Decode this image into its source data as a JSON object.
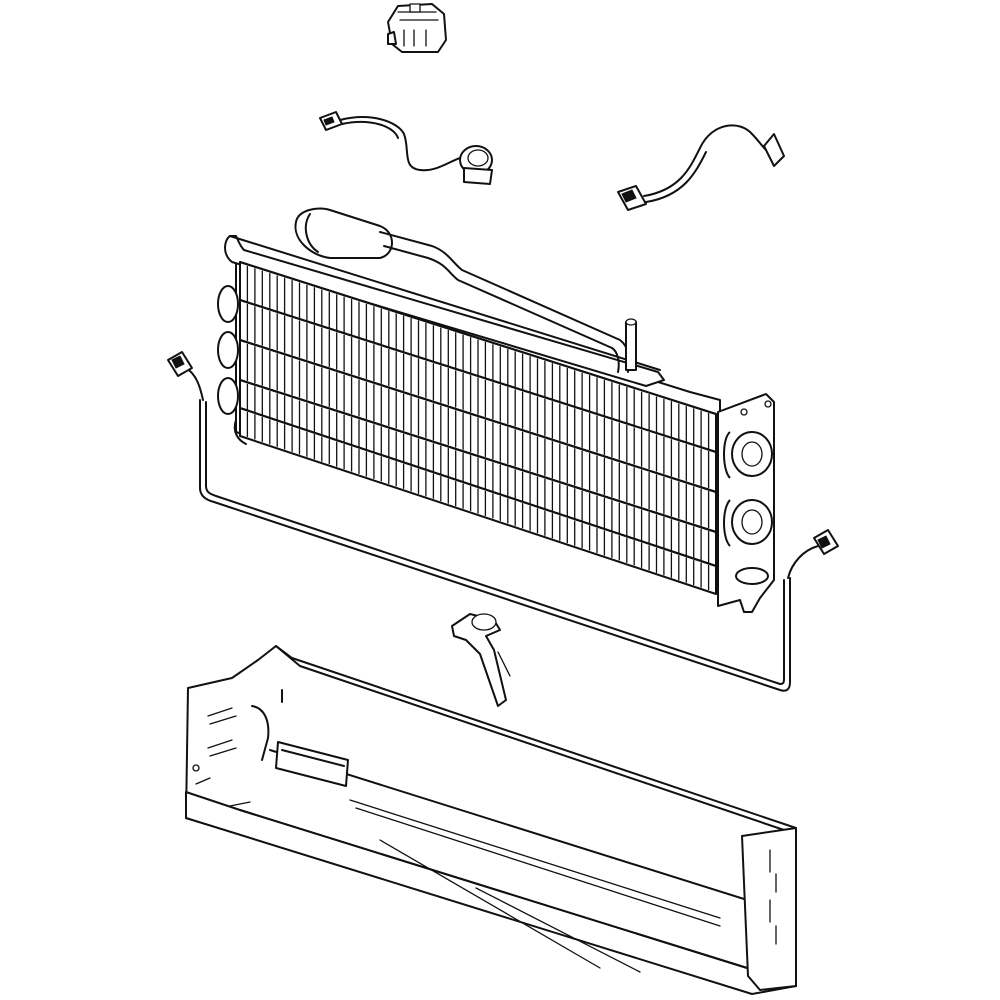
{
  "diagram": {
    "parts": [
      {
        "name": "defrost-bimetal-thermostat"
      },
      {
        "name": "evaporator-sensor-harness"
      },
      {
        "name": "temperature-sensor-harness"
      },
      {
        "name": "evaporator-coil"
      },
      {
        "name": "defrost-heater-loop"
      },
      {
        "name": "suction-tube-clip"
      },
      {
        "name": "evaporator-cover-tray"
      }
    ],
    "colors": {
      "line": "#111111",
      "background": "#ffffff"
    }
  }
}
